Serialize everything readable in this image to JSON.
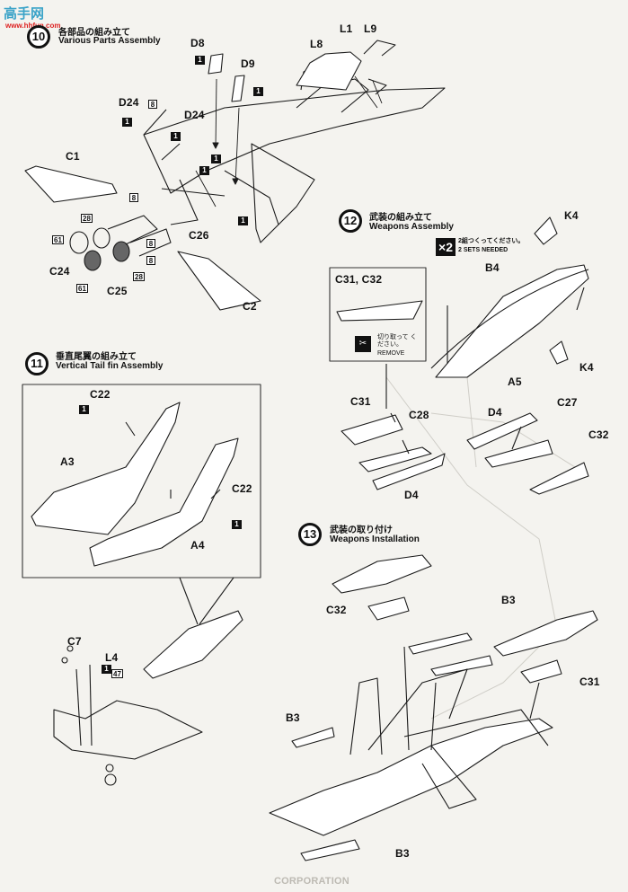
{
  "watermark": {
    "cn": "高手网",
    "url": "www.hhfun.com"
  },
  "step10": {
    "number": "10",
    "jp": "各部品の組み立て",
    "en": "Various Parts Assembly"
  },
  "step11": {
    "number": "11",
    "jp": "垂直尾翼の組み立て",
    "en": "Vertical Tail fin Assembly"
  },
  "step12": {
    "number": "12",
    "jp": "武装の組み立て",
    "en": "Weapons Assembly",
    "multiplier": "×2",
    "note_jp": "2組つくってください。",
    "note_en": "2 SETS NEEDED"
  },
  "step13": {
    "number": "13",
    "jp": "武装の取り付け",
    "en": "Weapons Installation"
  },
  "remove_box": {
    "title": "C31, C32",
    "note_jp": "切り取って ください。",
    "note_en": "REMOVE"
  },
  "parts": {
    "D8": "D8",
    "D9": "D9",
    "L8": "L8",
    "L1": "L1",
    "L9": "L9",
    "D24a": "D24",
    "D24b": "D24",
    "C1": "C1",
    "C24": "C24",
    "C25": "C25",
    "C26": "C26",
    "C2": "C2",
    "C22a": "C22",
    "C22b": "C22",
    "A3": "A3",
    "A4": "A4",
    "C7": "C7",
    "L4": "L4",
    "K4a": "K4",
    "K4b": "K4",
    "B4": "B4",
    "A5": "A5",
    "C31a": "C31",
    "C28": "C28",
    "D4a": "D4",
    "D4b": "D4",
    "C27": "C27",
    "C32a": "C32",
    "C32b": "C32",
    "B3a": "B3",
    "B3b": "B3",
    "B3c": "B3",
    "C31b": "C31"
  },
  "color_codes": {
    "one": "1",
    "eight": "8",
    "twentyeight": "28",
    "sixtyone": "61",
    "fortyseven": "47"
  },
  "footer": {
    "text": "CORPORATION"
  }
}
